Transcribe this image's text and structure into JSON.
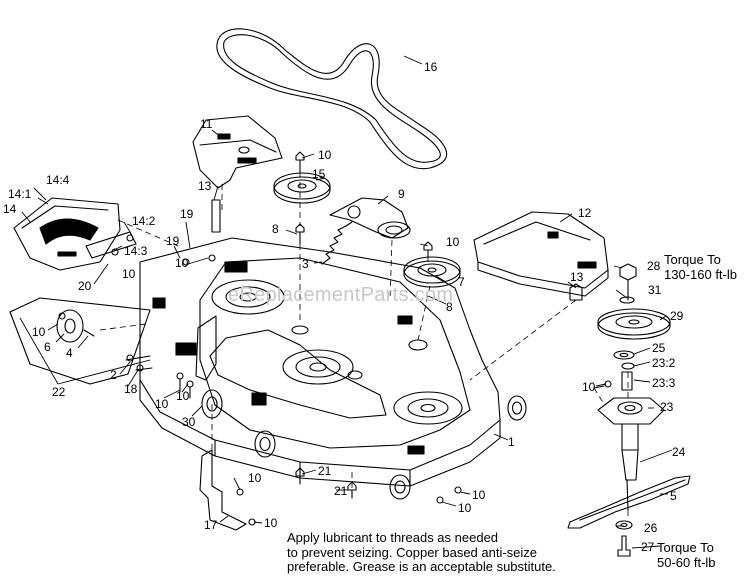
{
  "watermark": "eReplacementParts.com",
  "callouts": [
    "16",
    "11",
    "10",
    "15",
    "9",
    "13",
    "12",
    "14:4",
    "14:1",
    "14",
    "14:2",
    "14:3",
    "19",
    "19",
    "8",
    "10",
    "3",
    "10",
    "7",
    "8",
    "10",
    "20",
    "13",
    "28",
    "31",
    "29",
    "10",
    "6",
    "4",
    "25",
    "23:2",
    "23:3",
    "10",
    "23",
    "2",
    "18",
    "22",
    "10",
    "10",
    "30",
    "1",
    "24",
    "10",
    "21",
    "5",
    "21",
    "10",
    "10",
    "26",
    "17",
    "10",
    "27"
  ],
  "torque_top": [
    "Torque To",
    "130-160 ft-lb"
  ],
  "torque_bottom": [
    "Torque To",
    "50-60 ft-lb"
  ],
  "note": [
    "Apply lubricant to threads as needed",
    "to prevent seizing. Copper based anti-seize",
    "preferable. Grease is an acceptable substitute."
  ]
}
